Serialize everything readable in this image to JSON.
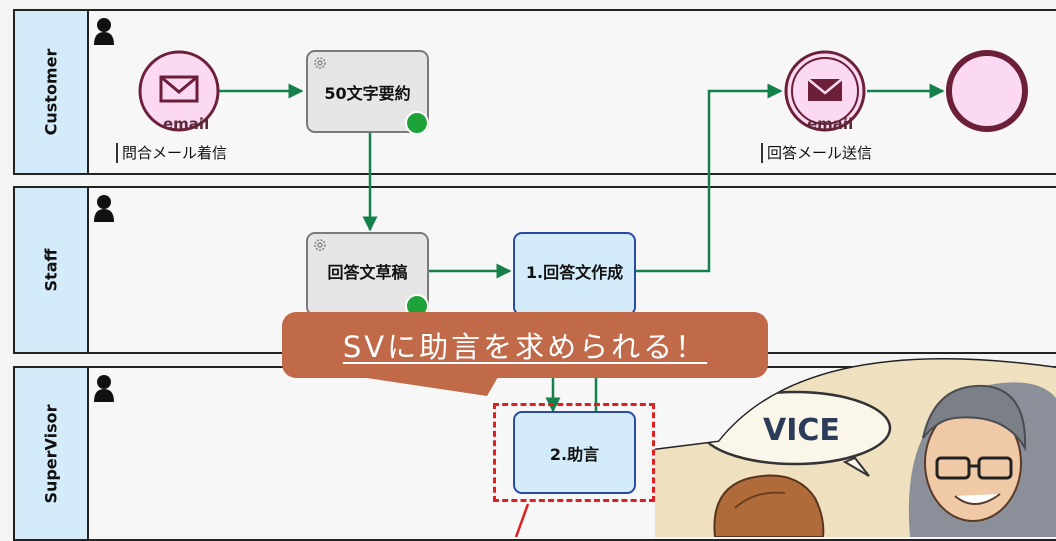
{
  "lanes": [
    {
      "title": "Customer"
    },
    {
      "title": "Staff"
    },
    {
      "title": "SuperVisor"
    }
  ],
  "tasks": {
    "summary": "50文字要約",
    "draft": "回答文草稿",
    "compose": "1.回答文作成",
    "advice": "2.助言"
  },
  "events": {
    "start_email": "email",
    "start_label": "問合メール着信",
    "send_email": "email",
    "send_label": "回答メール送信"
  },
  "callout": {
    "text": "SVに助言を求められる！"
  },
  "illustration": {
    "speech_text": "VICE"
  },
  "colors": {
    "lane_header": "#d4ecfa",
    "flow": "#15814a",
    "callout": "#c06a4a",
    "highlight": "#e02020",
    "event_fill": "#fbd9f3",
    "event_stroke": "#6b1f38"
  }
}
